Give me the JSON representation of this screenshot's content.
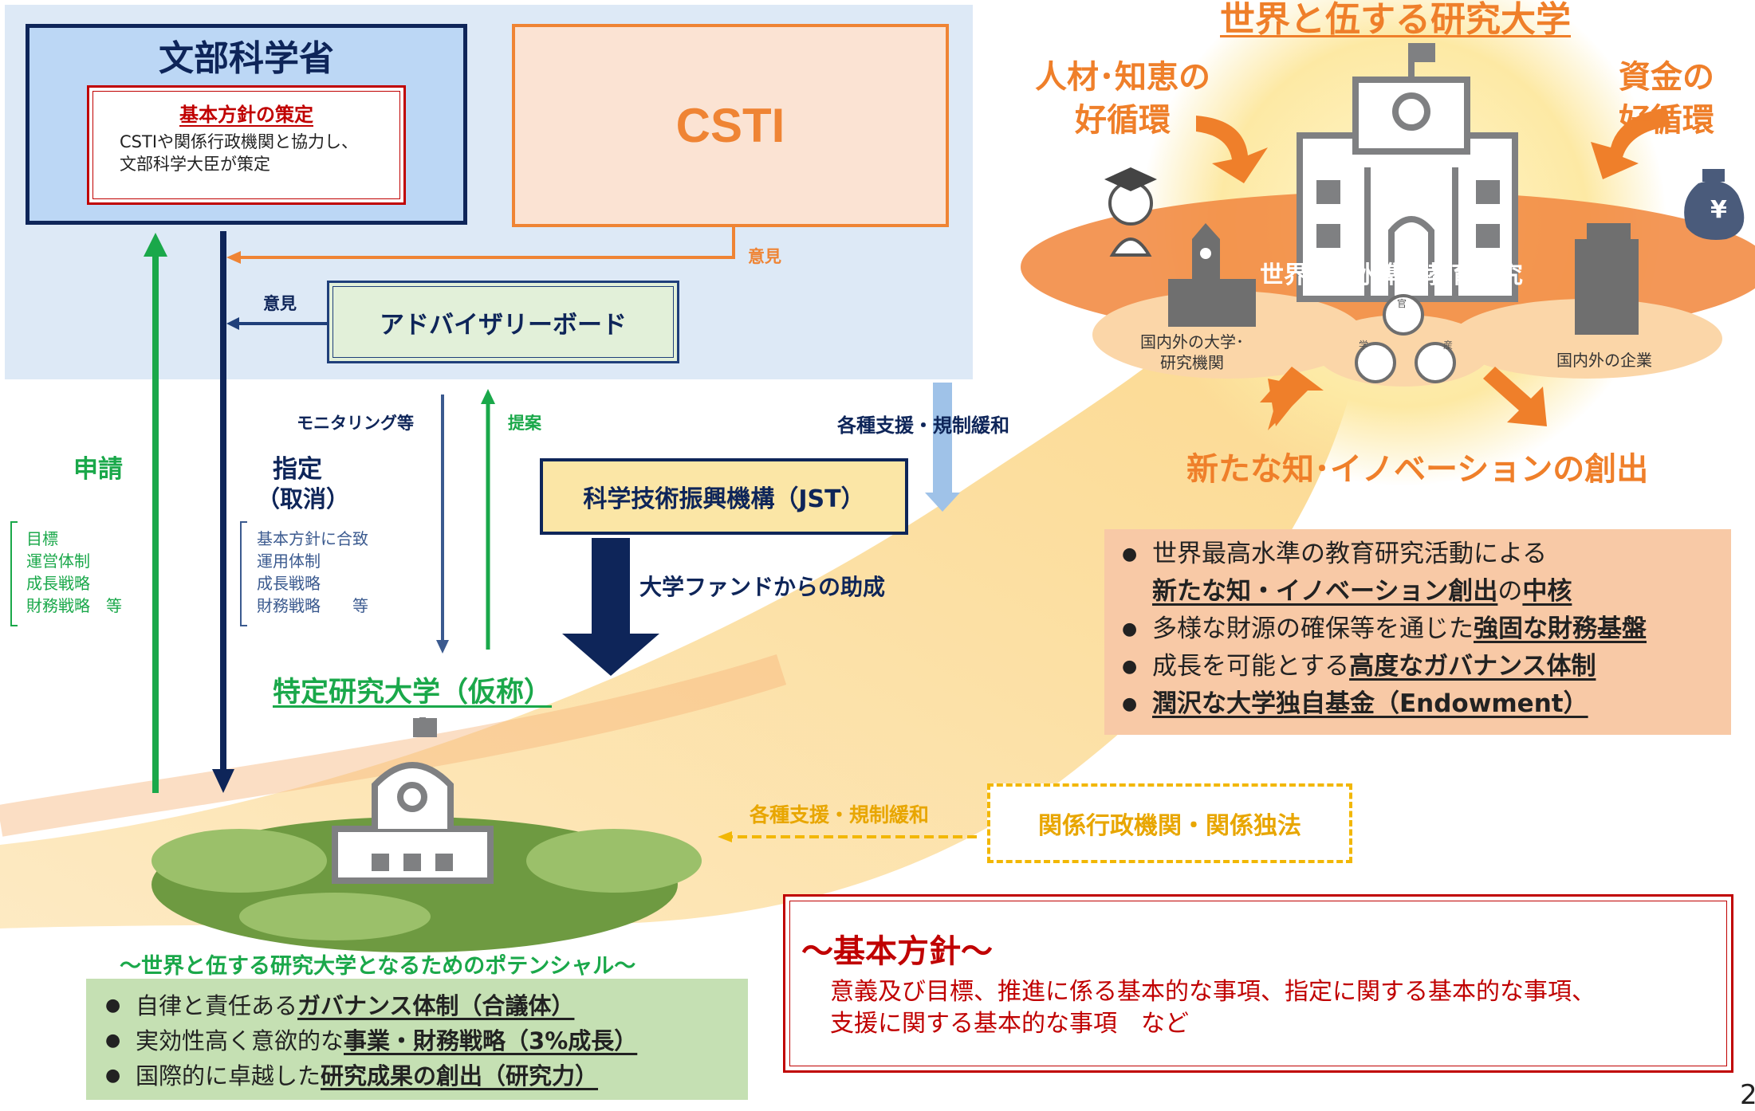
{
  "colors": {
    "green": "#1aa84a",
    "navy": "#0e2559",
    "orange": "#ef8434",
    "red": "#c00000",
    "gold": "#f2b705",
    "lightblue": "#dde9f6"
  },
  "mext": {
    "title": "文部科学省",
    "policy_title": "基本方針の策定",
    "policy_line1": "CSTIや関係行政機関と協力し、",
    "policy_line2": "文部科学大臣が策定"
  },
  "csti": {
    "title": "CSTI",
    "opinion": "意見"
  },
  "advisory": {
    "title": "アドバイザリーボード",
    "opinion": "意見"
  },
  "left_flow": {
    "apply": "申請",
    "apply_items": [
      "目標",
      "運営体制",
      "成長戦略",
      "財務戦略　等"
    ],
    "designate": "指定",
    "designate_sub": "（取消）",
    "designate_items": [
      "基本方針に合致",
      "運用体制",
      "成長戦略",
      "財務戦略　　等"
    ],
    "monitoring": "モニタリング等",
    "proposal": "提案"
  },
  "jst": {
    "title": "科学技術振興機構（JST）",
    "grant": "大学ファンドからの助成",
    "support": "各種支援・規制緩和"
  },
  "university": {
    "title": "特定研究大学（仮称）"
  },
  "potential": {
    "title": "～世界と伍する研究大学となるためのポテンシャル～",
    "items": [
      {
        "plain": "自律と責任ある",
        "bold": "ガバナンス体制（合議体）"
      },
      {
        "plain": "実効性高く意欲的な",
        "bold": "事業・財務戦略（3%成長）"
      },
      {
        "plain": "国際的に卓越した",
        "bold": "研究成果の創出（研究力）"
      }
    ]
  },
  "agencies": {
    "title": "関係行政機関・関係独法",
    "support": "各種支援・規制緩和"
  },
  "basic_policy": {
    "title": "～基本方針～",
    "line1": "意義及び目標、推進に係る基本的な事項、指定に関する基本的な事項、",
    "line2": "支援に関する基本的な事項　など"
  },
  "world_class": {
    "title": "世界と伍する研究大学",
    "talent": [
      "人材･知恵の",
      "好循環"
    ],
    "funds": [
      "資金の",
      "好循環"
    ],
    "core": "世界最高水準の教育研究",
    "universities": [
      "国内外の大学･",
      "研究機関"
    ],
    "companies": "国内外の企業",
    "creation": "新たな知･イノベーションの創出",
    "yen": "¥",
    "faces": [
      "官",
      "学",
      "産"
    ]
  },
  "features": [
    {
      "a": "世界最高水準の教育研究活動による",
      "b_bold": "新たな知・イノベーション創出",
      "b_plain": "の",
      "b_bold2": "中核"
    },
    {
      "plain": "多様な財源の確保等を通じた",
      "bold": "強固な財務基盤"
    },
    {
      "plain": "成長を可能とする",
      "bold": "高度なガバナンス体制"
    },
    {
      "plain": "",
      "bold": "潤沢な大学独自基金（Endowment）"
    }
  ],
  "page_number": "2"
}
